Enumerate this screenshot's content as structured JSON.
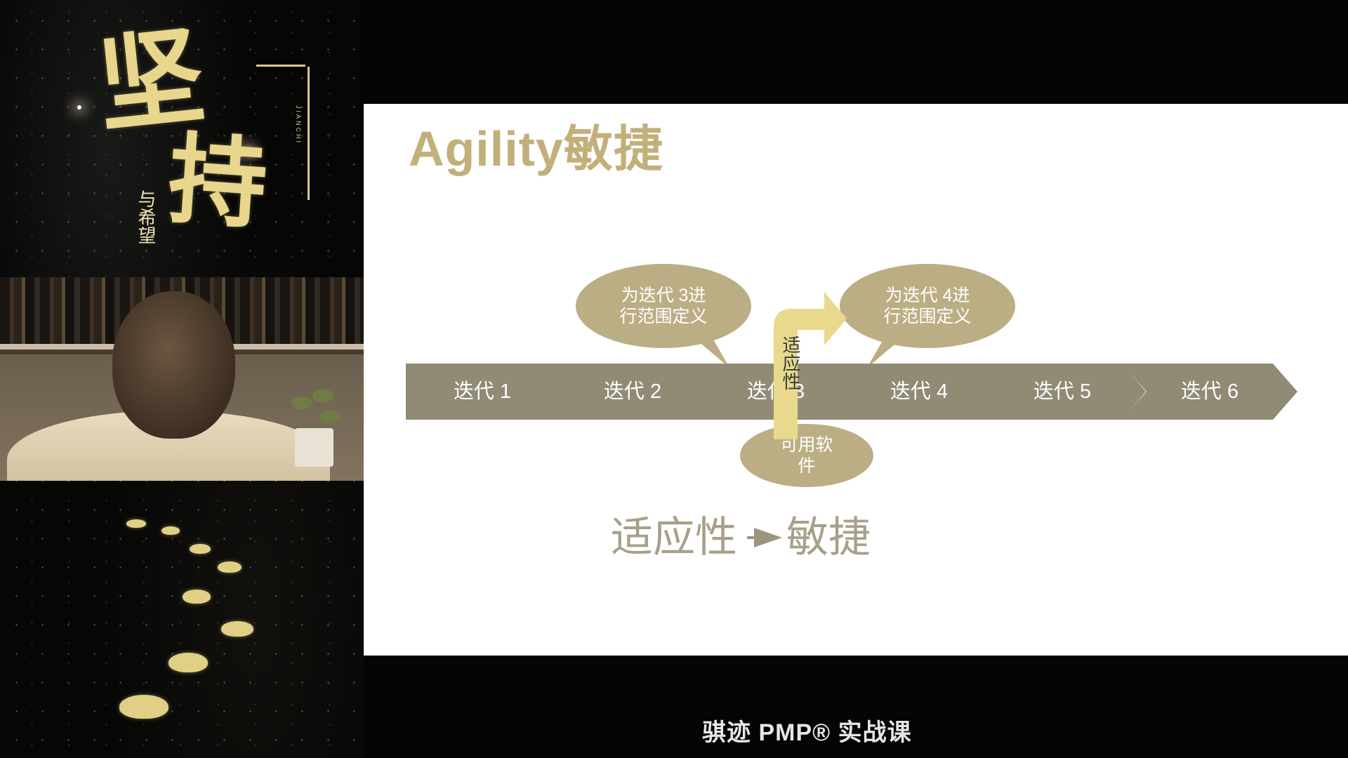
{
  "poster": {
    "main_characters": [
      "坚",
      "持"
    ],
    "subtitle": "与希望",
    "romanization": "JIANCHI"
  },
  "slide": {
    "title": "Agility敏捷",
    "iterations": [
      "迭代 1",
      "迭代 2",
      "迭代 3",
      "迭代 4",
      "迭代 5",
      "迭代 6"
    ],
    "callout_iteration_3": "为迭代 3进行范围定义",
    "callout_iteration_4": "为迭代 4进行范围定义",
    "adaptive_label": "适应性",
    "usable_software": "可用软件",
    "formula_from": "适应性",
    "formula_to": "敏捷"
  },
  "course_caption": "骐迹 PMP® 实战课",
  "colors": {
    "chevron": "#918a74",
    "bubble": "#bcae84",
    "title": "#c2b07a",
    "adaptive_arrow": "#e8d98c",
    "formula_text": "#a7a08a"
  }
}
